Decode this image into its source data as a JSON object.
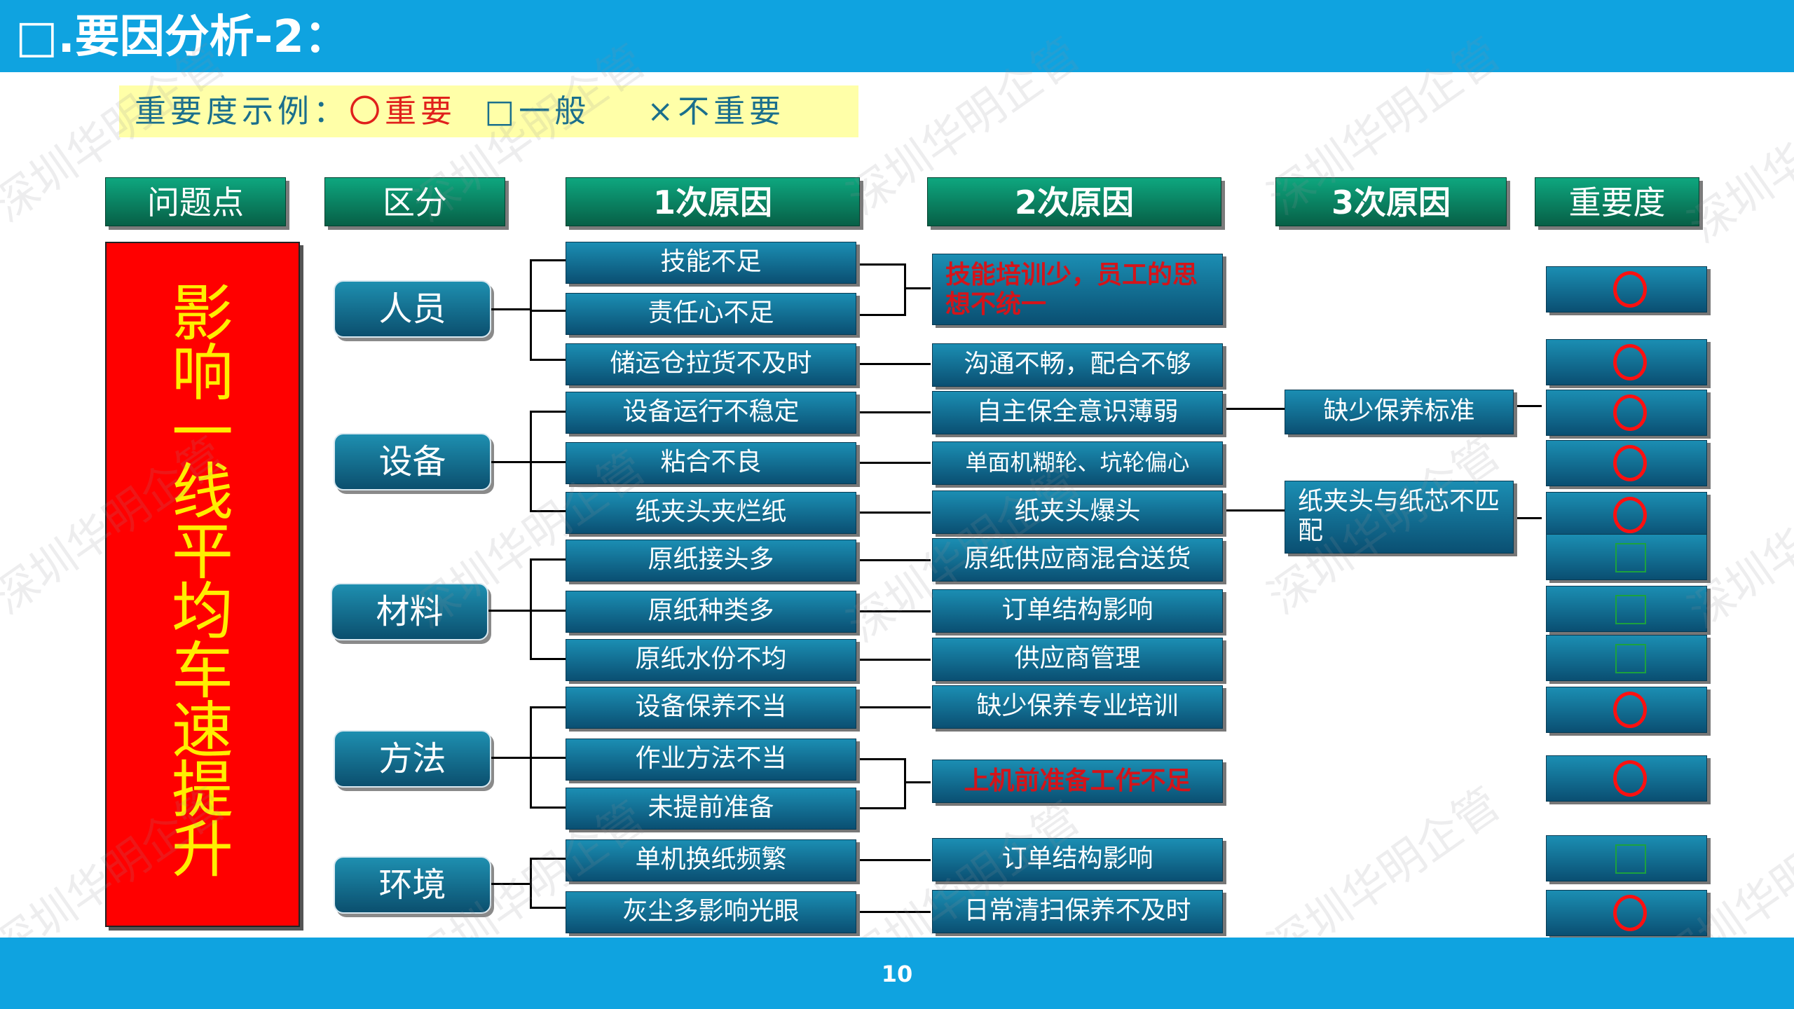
{
  "title": "□.要因分析-2：",
  "legend": {
    "prefix": "重要度示例：",
    "important": "〇重要",
    "normal": "□一般",
    "unimportant": "×不重要"
  },
  "headers": {
    "problem": "问题点",
    "category": "区分",
    "cause1": "1次原因",
    "cause2": "2次原因",
    "cause3": "3次原因",
    "importance": "重要度"
  },
  "problem": [
    "影",
    "响",
    "一",
    "线",
    "平",
    "均",
    "车",
    "速",
    "提",
    "升"
  ],
  "categories": [
    "人员",
    "设备",
    "材料",
    "方法",
    "环境"
  ],
  "cause1": [
    "技能不足",
    "责任心不足",
    "储运仓拉货不及时",
    "设备运行不稳定",
    "粘合不良",
    "纸夹头夹烂纸",
    "原纸接头多",
    "原纸种类多",
    "原纸水份不均",
    "设备保养不当",
    "作业方法不当",
    "未提前准备",
    "单机换纸频繁",
    "灰尘多影响光眼"
  ],
  "cause2": [
    "技能培训少，员工的思想不统一",
    "沟通不畅，配合不够",
    "自主保全意识薄弱",
    "单面机糊轮、坑轮偏心",
    "纸夹头爆头",
    "原纸供应商混合送货",
    "订单结构影响",
    "供应商管理",
    "缺少保养专业培训",
    "上机前准备工作不足",
    "订单结构影响",
    "日常清扫保养不及时"
  ],
  "cause3": [
    "缺少保养标准",
    "纸夹头与纸芯不匹配"
  ],
  "importance": [
    "important",
    "important",
    "important",
    "important",
    "important",
    "normal",
    "normal",
    "normal",
    "important",
    "important",
    "normal",
    "important"
  ],
  "page_number": "10",
  "watermark": "深圳华明企管",
  "colors": {
    "bar": "#0fa3e0",
    "header_green": "#0b8a63",
    "box_blue": "#136e94",
    "main_red": "#ff0000",
    "main_text": "#ffee00",
    "circle": "#ff1010",
    "square": "#1ca23e"
  }
}
